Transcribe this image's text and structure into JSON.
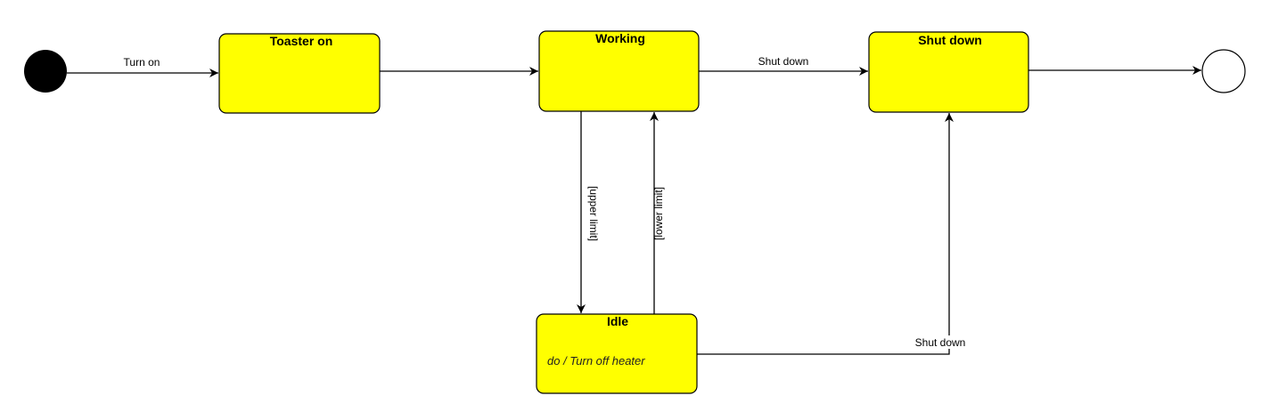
{
  "diagram": {
    "colors": {
      "state_fill": "#ffff00",
      "state_stroke": "#000000",
      "initial_node": "#000000",
      "final_node": "#ffffff"
    },
    "states": {
      "toaster_on": {
        "title": "Toaster on"
      },
      "working": {
        "title": "Working"
      },
      "shut_down": {
        "title": "Shut down"
      },
      "idle": {
        "title": "Idle",
        "action": "do / Turn off heater"
      }
    },
    "transitions": {
      "turn_on": "Turn on",
      "working_to_shutdown": "Shut down",
      "upper_limit": "[upper limit]",
      "lower_limit": "[lower limit]",
      "idle_to_shutdown": "Shut down"
    }
  }
}
